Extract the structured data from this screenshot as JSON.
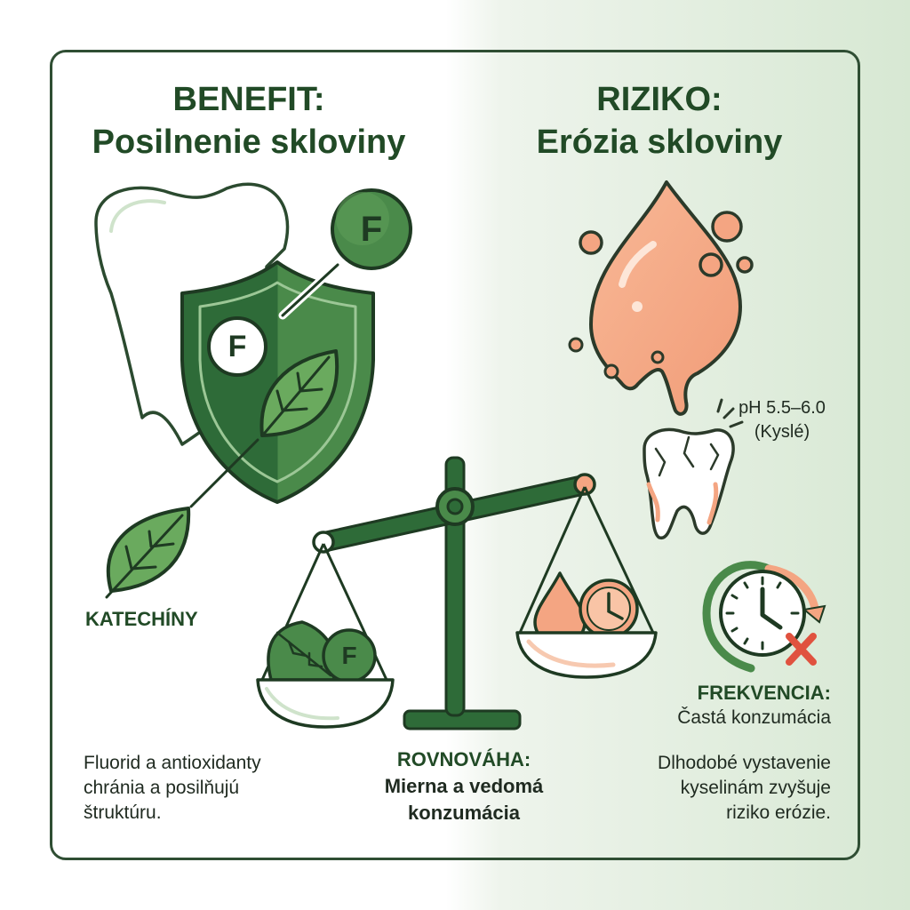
{
  "benefit": {
    "title_line1": "BENEFIT:",
    "title_line2": "Posilnenie skloviny",
    "fluoride_symbol": "F",
    "catechins_label": "KATECHÍNY",
    "description_lines": [
      "Fluorid a antioxidanty",
      "chránia a posilňujú",
      "štruktúru."
    ]
  },
  "risk": {
    "title_line1": "RIZIKO:",
    "title_line2": "Erózia skloviny",
    "ph_line1": "pH 5.5–6.0",
    "ph_line2": "(Kyslé)",
    "frequency_label": "FREKVENCIA:",
    "frequency_value": "Častá konzumácia",
    "description_lines": [
      "Dlhodobé vystavenie",
      "kyselinám zvyšuje",
      "riziko erózie."
    ]
  },
  "balance": {
    "label": "ROVNOVÁHA:",
    "value_line1": "Mierna a vedomá",
    "value_line2": "konzumácia"
  },
  "colors": {
    "dark_green": "#2e6b38",
    "mid_green": "#4e8f4f",
    "light_green": "#6aaa5e",
    "peach": "#f4a582",
    "peach_light": "#f9c4a6",
    "outline": "#1e3a22",
    "warning_red": "#e0523f"
  },
  "icons": [
    "tooth-icon",
    "shield-icon",
    "fluoride-icon",
    "leaf-icon",
    "acid-drop-icon",
    "eroded-tooth-icon",
    "balance-scale-icon",
    "clock-icon",
    "cross-icon"
  ]
}
